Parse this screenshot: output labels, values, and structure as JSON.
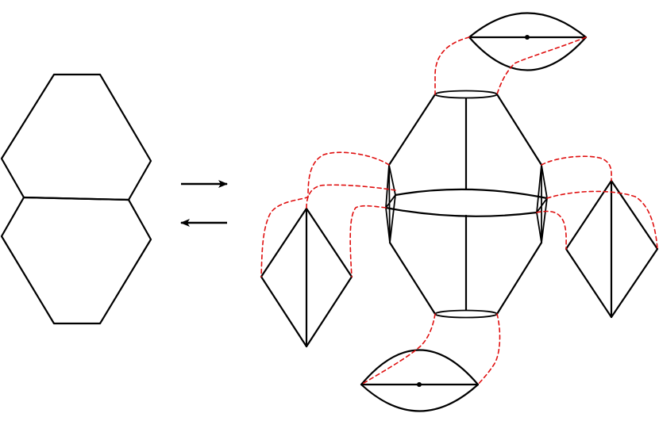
{
  "colors": {
    "edges": "#000000",
    "gluing_paths": "#e01010",
    "background": "#ffffff"
  },
  "arrows": [
    {
      "direction": "right"
    },
    {
      "direction": "left"
    }
  ],
  "pieces": [
    {
      "name": "double-hexagon",
      "shape": "two hexagons sharing an edge"
    },
    {
      "name": "polyhedron",
      "shape": "hexagonal solid with equatorial ellipse"
    },
    {
      "name": "lens-top",
      "shape": "lens with center point"
    },
    {
      "name": "lens-bottom",
      "shape": "lens with center point"
    },
    {
      "name": "rhombus-left",
      "shape": "rhombus with vertical diagonal"
    },
    {
      "name": "rhombus-right",
      "shape": "rhombus with vertical diagonal"
    }
  ]
}
